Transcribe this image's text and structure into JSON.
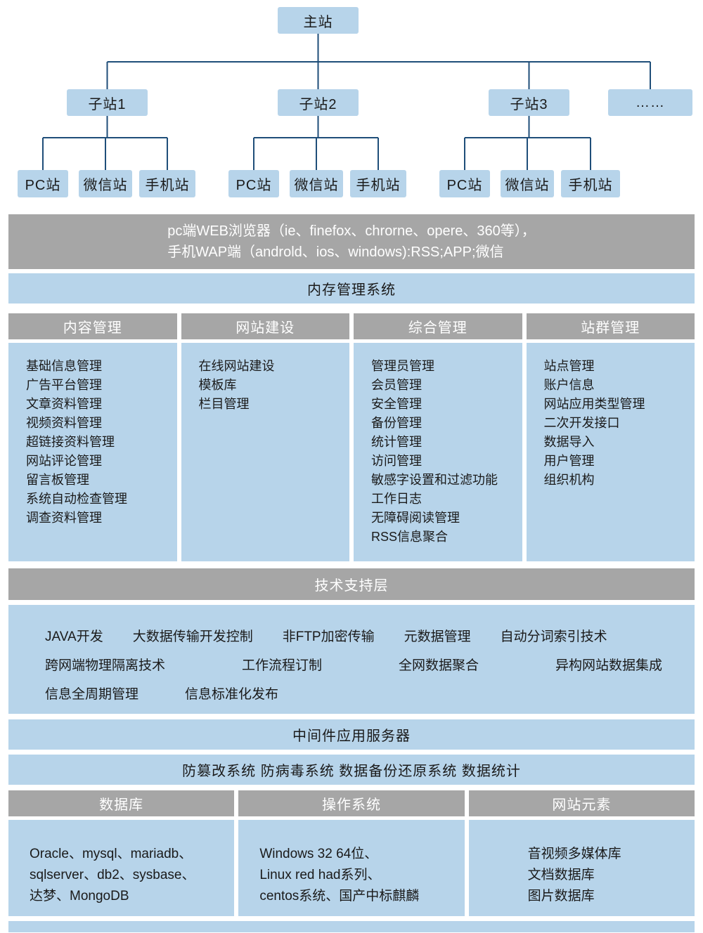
{
  "tree": {
    "root": "主站",
    "subsites": [
      {
        "label": "子站1",
        "children": [
          "PC站",
          "微信站",
          "手机站"
        ]
      },
      {
        "label": "子站2",
        "children": [
          "PC站",
          "微信站",
          "手机站"
        ]
      },
      {
        "label": "子站3",
        "children": [
          "PC站",
          "微信站",
          "手机站"
        ]
      },
      {
        "label": "……",
        "children": []
      }
    ]
  },
  "client_banner": {
    "line1": "pc端WEB浏览器（ie、finefox、chrorne、opere、360等），",
    "line2": "手机WAP端（androld、ios、windows):RSS;APP;微信"
  },
  "cms_banner": "内存管理系统",
  "management": {
    "columns": [
      {
        "header": "内容管理",
        "items": [
          "基础信息管理",
          "广告平台管理",
          "文章资料管理",
          "视频资料管理",
          "超链接资料管理",
          "网站评论管理",
          "留言板管理",
          "系统自动检查管理",
          "调查资料管理"
        ]
      },
      {
        "header": "网站建设",
        "items": [
          "在线网站建设",
          "模板库",
          "栏目管理"
        ]
      },
      {
        "header": "综合管理",
        "items": [
          "管理员管理",
          "会员管理",
          "安全管理",
          "备份管理",
          "统计管理",
          "访问管理",
          "敏感字设置和过滤功能",
          "工作日志",
          "无障碍阅读管理",
          "RSS信息聚合"
        ]
      },
      {
        "header": "站群管理",
        "items": [
          "站点管理",
          "账户信息",
          "网站应用类型管理",
          "二次开发接口",
          "数据导入",
          "用户管理",
          "组织机构"
        ]
      }
    ]
  },
  "tech_layer": {
    "header": "技术支持层",
    "rows": [
      [
        "JAVA开发",
        "大数据传输开发控制",
        "非FTP加密传输",
        "元数据管理",
        "自动分词索引技术"
      ],
      [
        "跨网端物理隔离技术",
        "工作流程订制",
        "全网数据聚合",
        "异构网站数据集成"
      ],
      [
        "信息全周期管理",
        "信息标准化发布"
      ]
    ]
  },
  "middleware_banner": "中间件应用服务器",
  "security_banner": "防篡改系统 防病毒系统 数据备份还原系统 数据统计",
  "infrastructure": {
    "columns": [
      {
        "header": "数据库",
        "lines": [
          "Oracle、mysql、mariadb、",
          "sqlserver、db2、sysbase、",
          "达梦、MongoDB"
        ]
      },
      {
        "header": "操作系统",
        "lines": [
          "Windows 32 64位、",
          "Linux red had系列、",
          "centos系统、国产中标麒麟"
        ]
      },
      {
        "header": "网站元素",
        "lines": [
          "音视频多媒体库",
          "文档数据库",
          "图片数据库"
        ]
      }
    ]
  },
  "colors": {
    "light_blue": "#b7d4ea",
    "gray": "#a6a6a6",
    "connector": "#1f4e79"
  }
}
